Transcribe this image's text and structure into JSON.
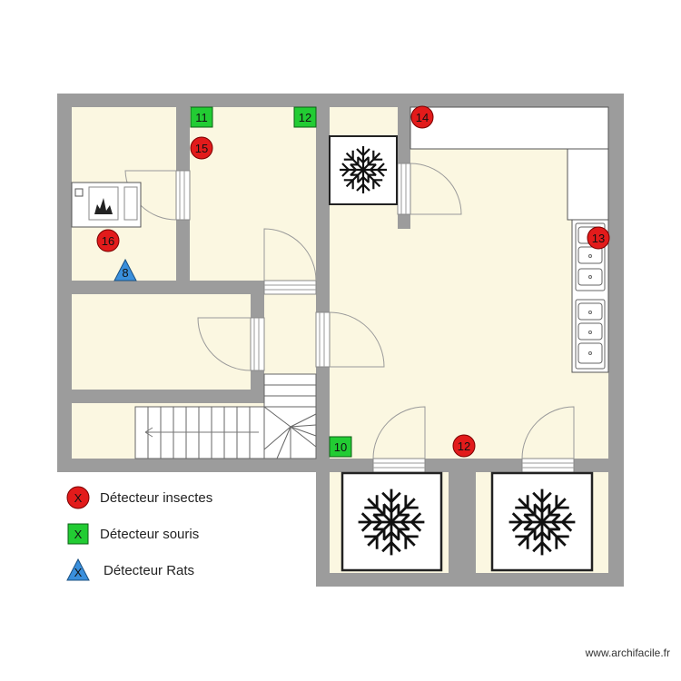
{
  "colors": {
    "wall": "#9c9c9c",
    "floor": "#fbf7e1",
    "insect": "#e21b1b",
    "mouse": "#22cc33",
    "rat": "#3a8fdc"
  },
  "markers": {
    "insect": [
      {
        "id": "16",
        "label": "16"
      },
      {
        "id": "15",
        "label": "15"
      },
      {
        "id": "14",
        "label": "14"
      },
      {
        "id": "13",
        "label": "13"
      },
      {
        "id": "12",
        "label": "12"
      }
    ],
    "mouse": [
      {
        "id": "11",
        "label": "11"
      },
      {
        "id": "12",
        "label": "12"
      },
      {
        "id": "10",
        "label": "10"
      }
    ],
    "rat": [
      {
        "id": "8",
        "label": "8"
      }
    ]
  },
  "legend": {
    "insect": {
      "symbol": "X",
      "label": "Détecteur insectes"
    },
    "mouse": {
      "symbol": "X",
      "label": "Détecteur souris"
    },
    "rat": {
      "symbol": "X",
      "label": "Détecteur Rats"
    }
  },
  "icons": [
    "snowflake-icon",
    "fireplace-icon",
    "sink-icon"
  ],
  "watermark": "www.archifacile.fr"
}
